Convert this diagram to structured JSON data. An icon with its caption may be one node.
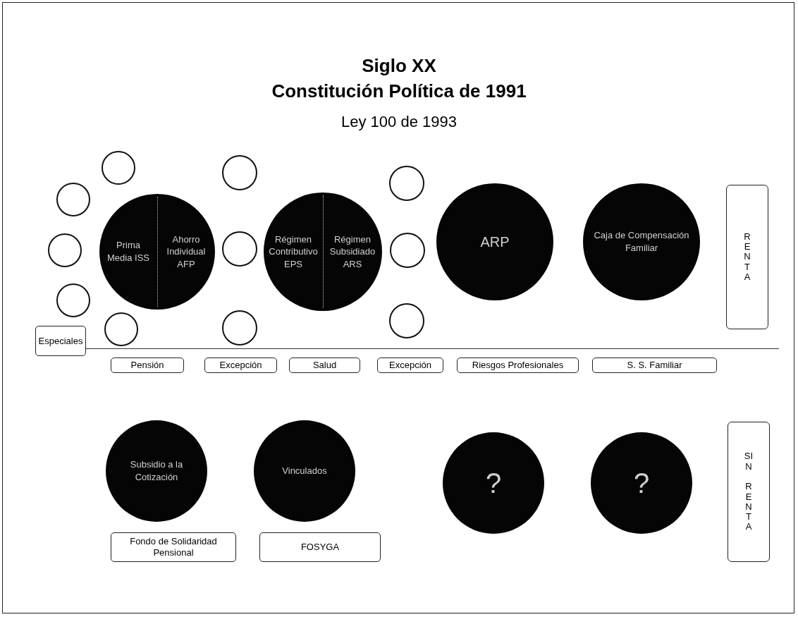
{
  "diagram": {
    "title": "Siglo XX",
    "nodes": [
      {
        "text": [],
        "shape": "circle"
      },
      {
        "text": [],
        "shape": "circle"
      },
      {
        "text": [],
        "shape": "circle"
      },
      {
        "text": [],
        "shape": "circle"
      },
      {
        "text": [],
        "shape": "circle"
      },
      {
        "text": [
          "Prima Media ISS",
          "Ahorro Individual AFP"
        ]
      },
      {
        "text": [],
        "shape": "circle"
      },
      {
        "text": [],
        "shape": "circle"
      },
      {
        "text": [],
        "shape": "circle"
      },
      {
        "text": [
          "Régimen Contributivo EPS",
          "Régimen Subsidiado ARS"
        ]
      },
      {
        "text": [],
        "shape": "circle"
      },
      {
        "text": [],
        "shape": "circle"
      },
      {
        "text": [],
        "shape": "circle"
      },
      {
        "text": [
          "ARP"
        ]
      },
      {
        "text": [
          "Caja de Compensación Familiar"
        ]
      },
      {
        "text": [
          "RENTA"
        ]
      },
      {
        "text": [
          "Especiales"
        ]
      },
      {
        "text": [
          "Pensión"
        ]
      },
      {
        "text": [
          "Excepción"
        ]
      },
      {
        "text": [
          "Salud"
        ]
      },
      {
        "text": [
          "Excepción"
        ]
      },
      {
        "text": [
          "Riesgos Profesionales"
        ]
      },
      {
        "text": [
          "S. S. Familiar"
        ]
      },
      {
        "text": [
          "Subsidio a la Cotización"
        ]
      },
      {
        "text": [
          "Vinculados"
        ]
      },
      {
        "text": [
          "?"
        ]
      },
      {
        "text": [
          "?"
        ]
      },
      {
        "text": [
          "SIN RENTA"
        ]
      },
      {
        "text": [
          "Fondo de Solidaridad Pensional"
        ]
      },
      {
        "text": [
          "FOSYGA"
        ]
      }
    ],
    "edges": [],
    "labels": [
      "Constitución Política de 1991",
      "Ley 100 de 1993"
    ]
  }
}
